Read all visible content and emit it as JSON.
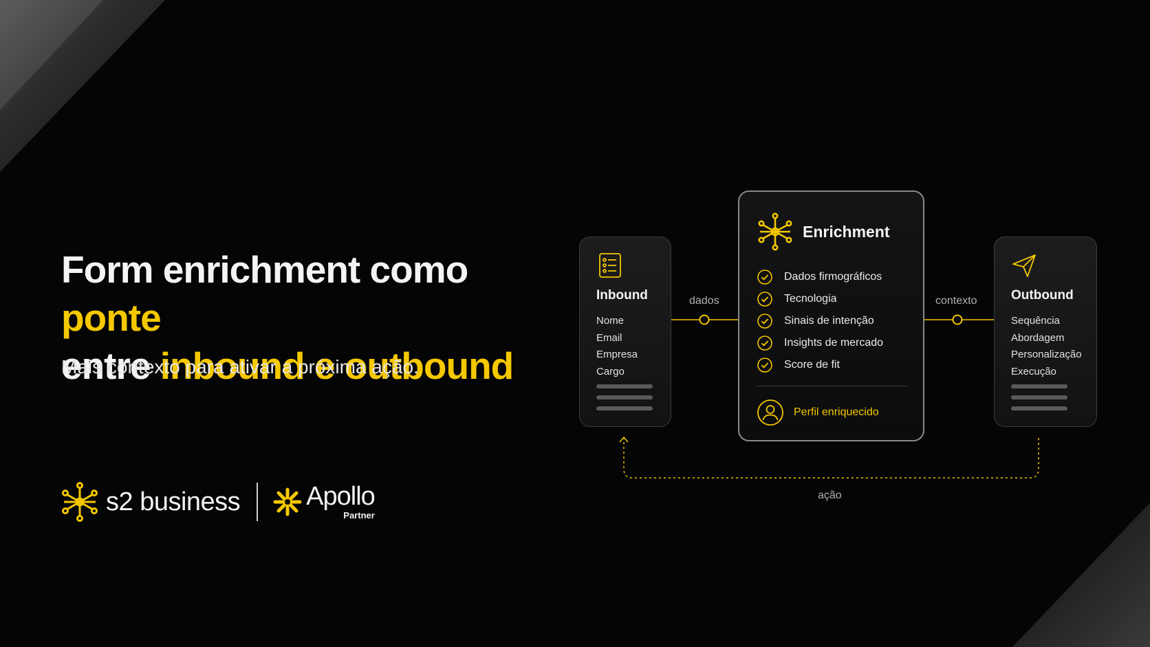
{
  "colors": {
    "accent": "#f5c800",
    "background": "#050505",
    "text": "#f2f2f2"
  },
  "headline": {
    "part1": "Form enrichment como ",
    "highlight1": "ponte",
    "part2": "entre ",
    "highlight2": "inbound e outbound"
  },
  "subtitle": "Mais contexto para ativar a próxima ação.",
  "brand": {
    "s2_name": "s2 business",
    "apollo_name": "Apollo",
    "apollo_tag": "Partner"
  },
  "diagram": {
    "inbound": {
      "icon": "form-list-icon",
      "title": "Inbound",
      "fields": [
        "Nome",
        "Email",
        "Empresa",
        "Cargo"
      ]
    },
    "enrichment": {
      "icon": "network-hub-icon",
      "title": "Enrichment",
      "items": [
        "Dados firmográficos",
        "Tecnologia",
        "Sinais de intenção",
        "Insights de mercado",
        "Score de fit"
      ],
      "result_icon": "user-circle-icon",
      "result": "Perfil enriquecido"
    },
    "outbound": {
      "icon": "paper-plane-icon",
      "title": "Outbound",
      "fields": [
        "Sequência",
        "Abordagem",
        "Personalização",
        "Execução"
      ]
    },
    "connectors": {
      "left_label": "dados",
      "right_label": "contexto",
      "loop_label": "ação"
    }
  }
}
